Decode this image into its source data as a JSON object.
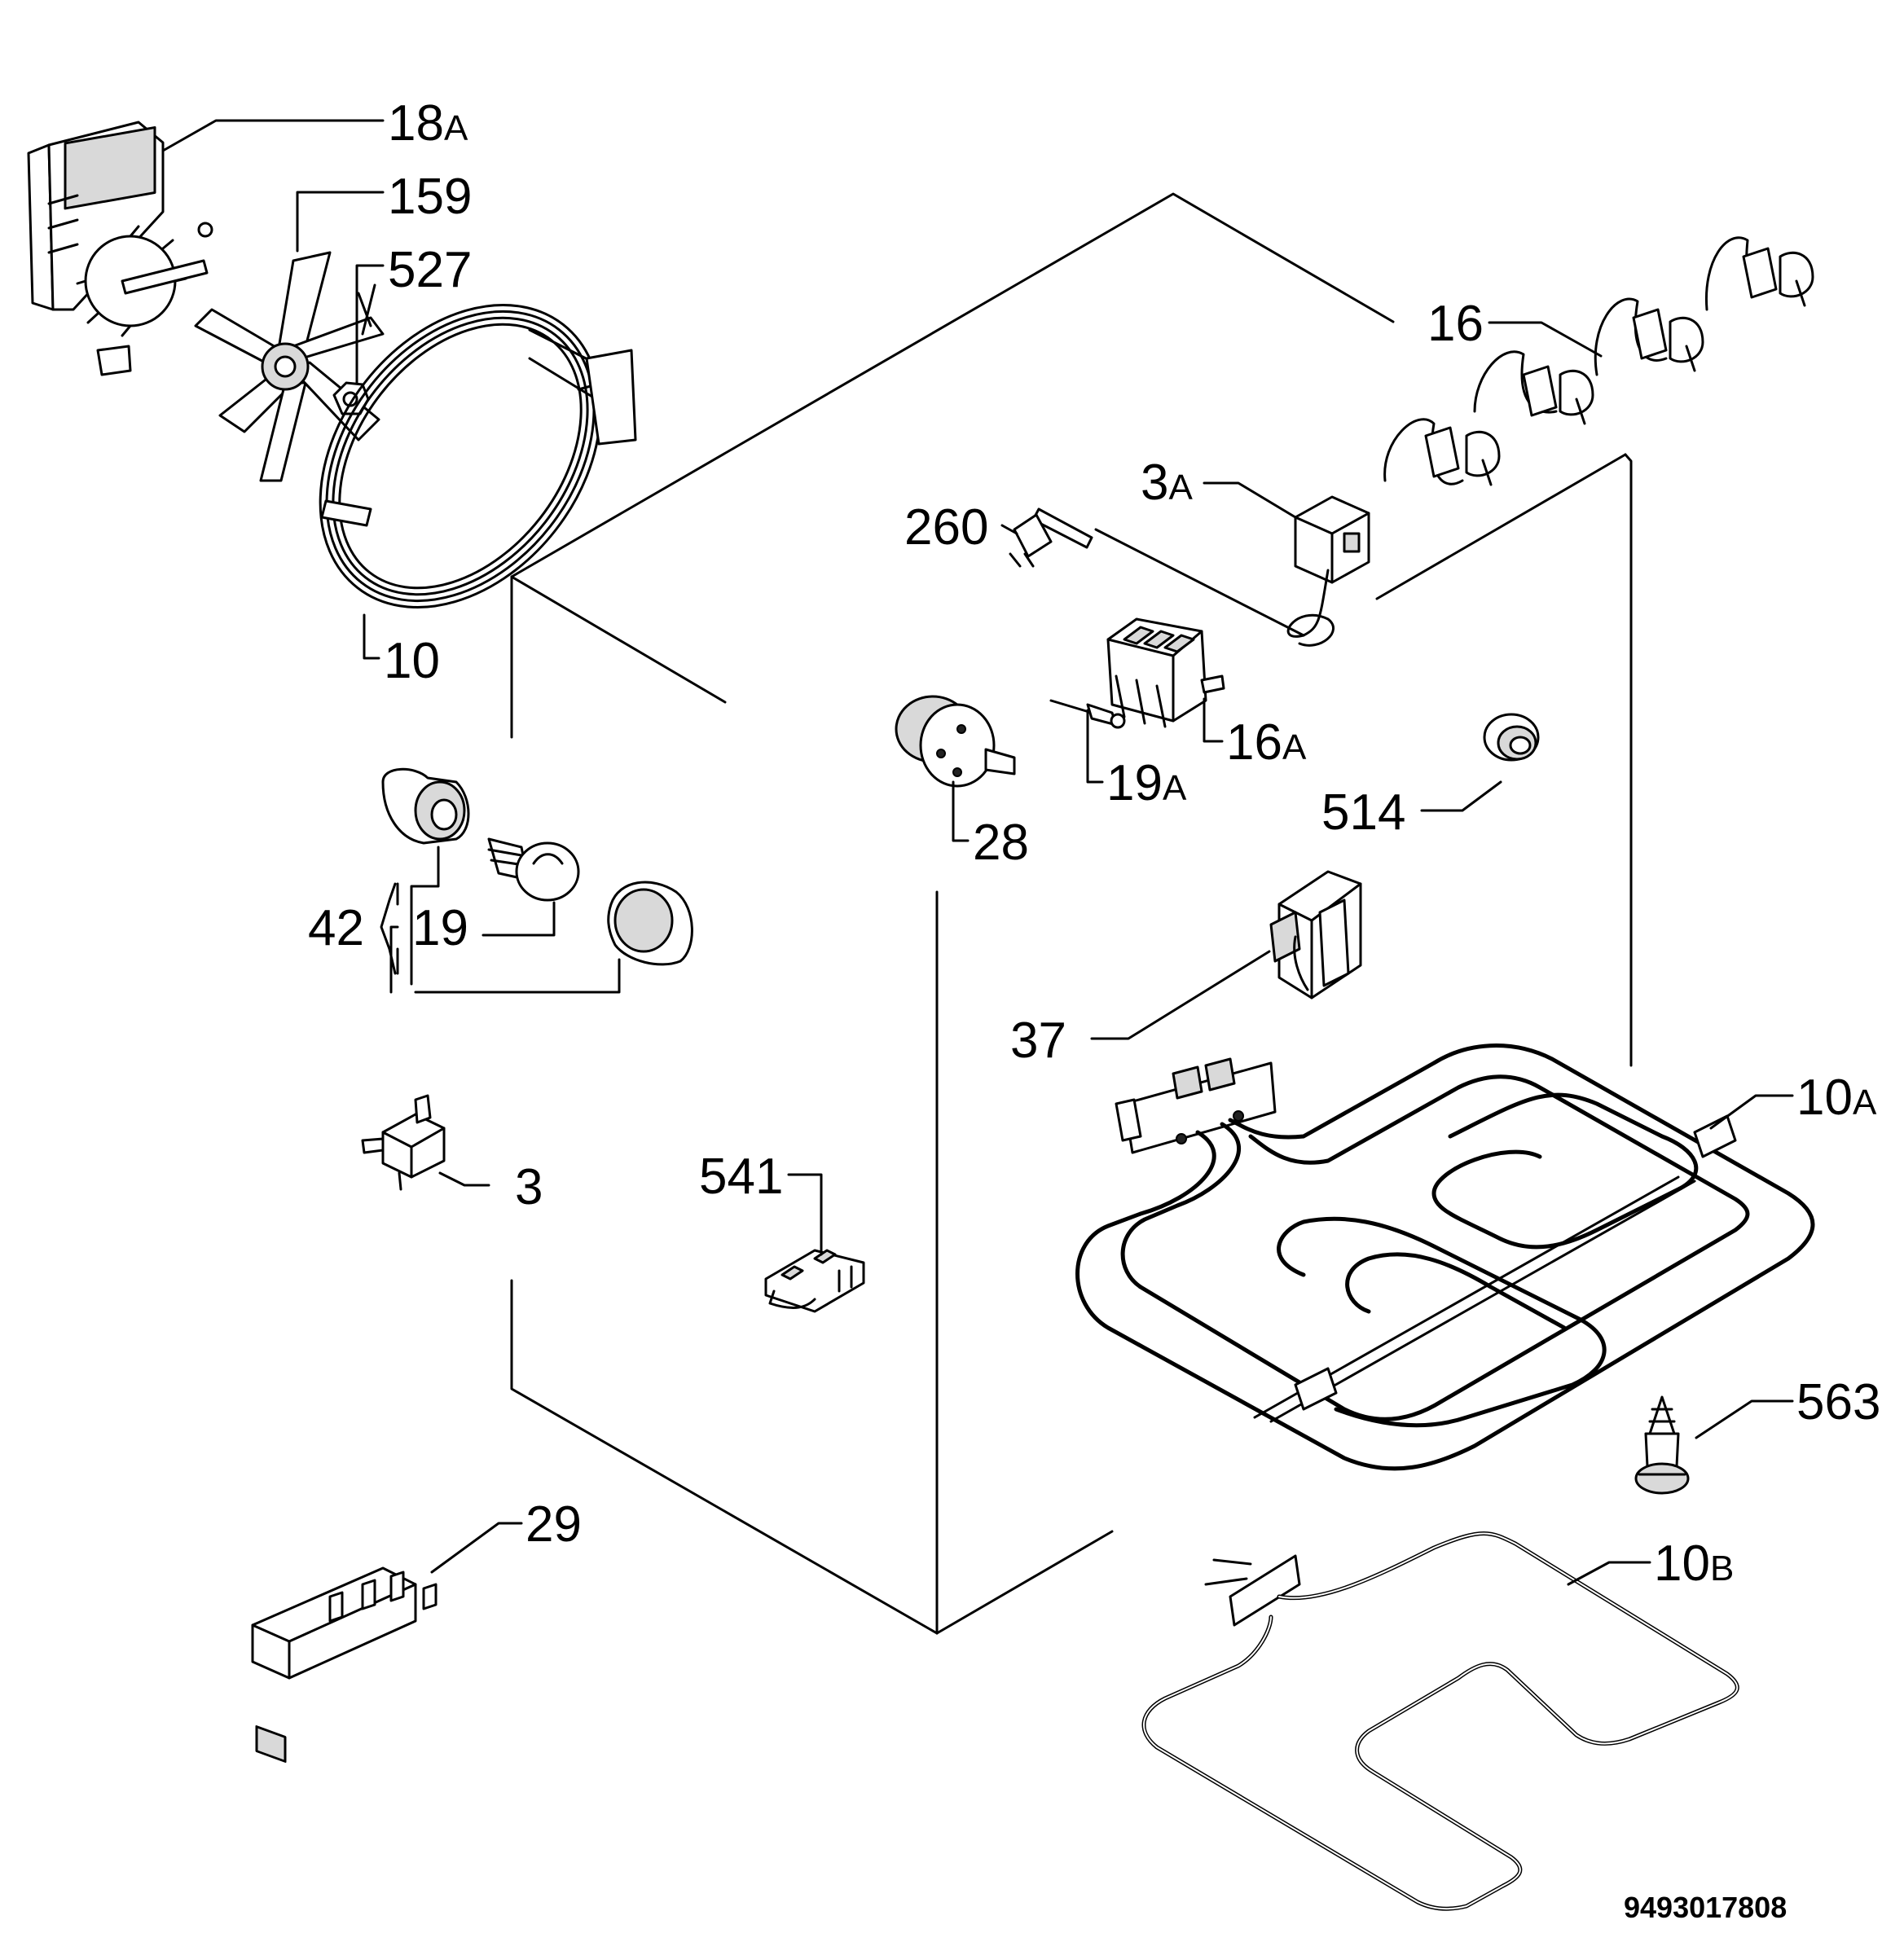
{
  "diagram": {
    "doc_number": "9493017808",
    "parts": [
      {
        "id": "p18a",
        "num": "18",
        "suffix": "A"
      },
      {
        "id": "p159",
        "num": "159",
        "suffix": ""
      },
      {
        "id": "p527",
        "num": "527",
        "suffix": ""
      },
      {
        "id": "p10",
        "num": "10",
        "suffix": ""
      },
      {
        "id": "p16",
        "num": "16",
        "suffix": ""
      },
      {
        "id": "p3a",
        "num": "3",
        "suffix": "A"
      },
      {
        "id": "p260",
        "num": "260",
        "suffix": ""
      },
      {
        "id": "p16a",
        "num": "16",
        "suffix": "A"
      },
      {
        "id": "p19a",
        "num": "19",
        "suffix": "A"
      },
      {
        "id": "p28",
        "num": "28",
        "suffix": ""
      },
      {
        "id": "p514",
        "num": "514",
        "suffix": ""
      },
      {
        "id": "p42",
        "num": "42",
        "suffix": ""
      },
      {
        "id": "p19",
        "num": "19",
        "suffix": ""
      },
      {
        "id": "p37",
        "num": "37",
        "suffix": ""
      },
      {
        "id": "p10a",
        "num": "10",
        "suffix": "A"
      },
      {
        "id": "p3",
        "num": "3",
        "suffix": ""
      },
      {
        "id": "p541",
        "num": "541",
        "suffix": ""
      },
      {
        "id": "p563",
        "num": "563",
        "suffix": ""
      },
      {
        "id": "p29",
        "num": "29",
        "suffix": ""
      },
      {
        "id": "p10b",
        "num": "10",
        "suffix": "B"
      }
    ]
  }
}
